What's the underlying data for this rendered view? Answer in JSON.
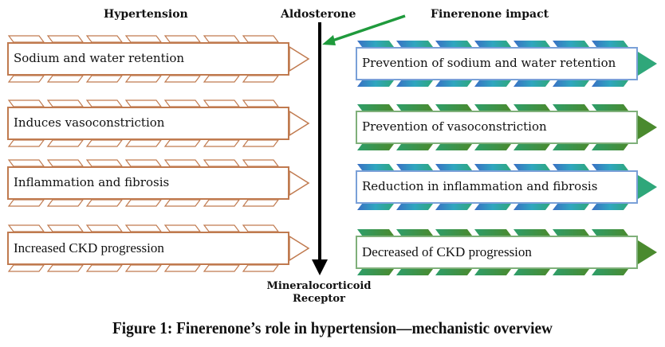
{
  "headers": {
    "left": "Hypertension",
    "center_top": "Aldosterone",
    "right": "Finerenone impact",
    "center_bottom_line1": "Mineralocorticoid",
    "center_bottom_line2": "Receptor"
  },
  "left_items": [
    {
      "label": "Sodium and water retention"
    },
    {
      "label": "Induces vasoconstriction"
    },
    {
      "label": "Inflammation and fibrosis"
    },
    {
      "label": "Increased CKD progression"
    }
  ],
  "right_items": [
    {
      "label": "Prevention of sodium and water retention",
      "style": "blue-green"
    },
    {
      "label": "Prevention of vasoconstriction",
      "style": "green"
    },
    {
      "label": "Reduction in inflammation and fibrosis",
      "style": "blue-green"
    },
    {
      "label": "Decreased of CKD progression",
      "style": "green"
    }
  ],
  "colors": {
    "left_outline": "#c07a4f",
    "blue_start": "#3a6fc4",
    "teal_end": "#2fa77a",
    "green_start": "#2e9e6a",
    "green_end": "#4a8a2e",
    "arrow_green": "#1f9a3c",
    "main_arrow": "#000000"
  },
  "caption": "Figure 1: Finerenone’s role in hypertension—mechanistic overview"
}
